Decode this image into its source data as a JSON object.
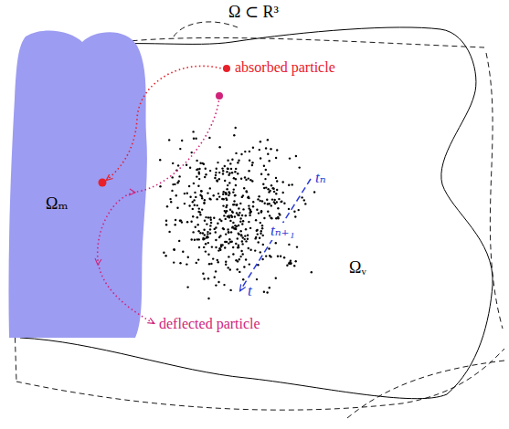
{
  "diagram": {
    "nodes": [
      {
        "text": [
          "Ωᵥ"
        ]
      },
      {
        "text": [
          "Ωₘ"
        ]
      }
    ],
    "labels": [
      "Ω ⊂ R³",
      "absorbed particle",
      "tₙ",
      "tₙ₊₁",
      "t",
      "deflected particle"
    ]
  }
}
